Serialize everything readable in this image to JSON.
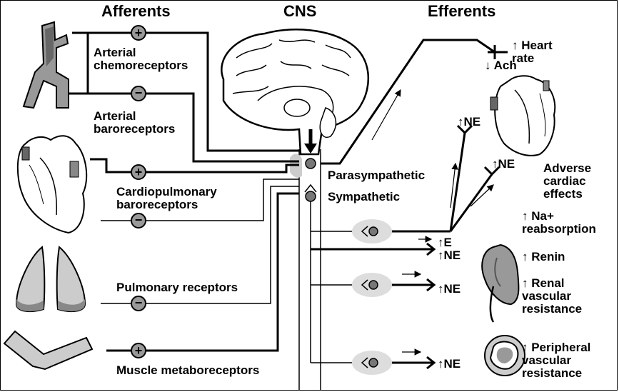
{
  "headers": {
    "afferents": "Afferents",
    "cns": "CNS",
    "efferents": "Efferents"
  },
  "afferent_labels": {
    "arterial_chemo": "Arterial\nchemoreceptors",
    "arterial_baro": "Arterial\nbaroreceptors",
    "cardiopulmonary": "Cardiopulmonary\nbaroreceptors",
    "pulmonary": "Pulmonary receptors",
    "muscle": "Muscle metaboreceptors"
  },
  "cns_labels": {
    "parasympathetic": "Parasympathetic",
    "sympathetic": "Sympathetic"
  },
  "efferent_labels": {
    "heart_rate": "↑ Heart\n  rate",
    "ach": "↓ Ach",
    "ne_1": "↑NE",
    "ne_2": "↑NE",
    "adverse": "Adverse\ncardiac\neffects",
    "na": "↑ Na+\n  reabsorption",
    "e_ne": "↑E\n↑NE",
    "renin": "↑ Renin",
    "renal": "↑ Renal\n  vascular\n  resistance",
    "ne_3": "↑NE",
    "ne_4": "↑NE",
    "peripheral": "↑ Peripheral\n  vascular\n  resistance"
  },
  "sign_symbols": {
    "plus": "+",
    "minus": "−"
  },
  "colors": {
    "line": "#000000",
    "organ_gray": "#c8c8c8",
    "dark_gray": "#808080",
    "ganglion_fill": "#d9d9d9"
  }
}
